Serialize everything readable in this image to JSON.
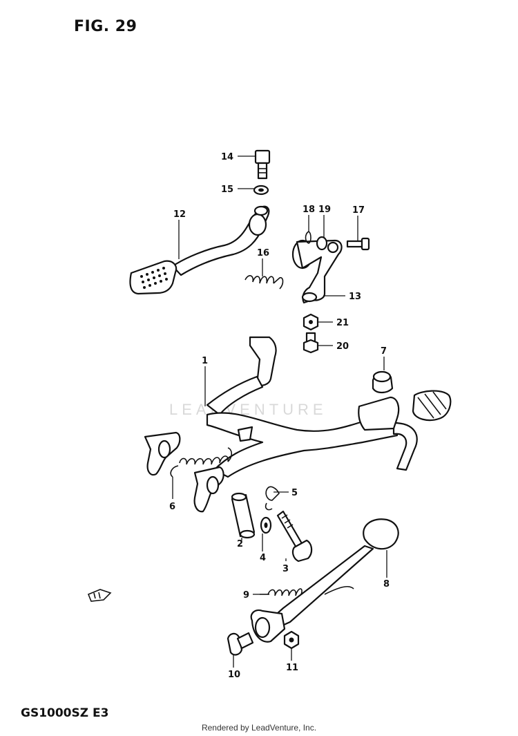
{
  "figure_title": "FIG. 29",
  "model_code": "GS1000SZ  E3",
  "rendered_by": "Rendered by LeadVenture, Inc.",
  "watermark": "LEADVENTURE",
  "callouts": {
    "n1": "1",
    "n2": "2",
    "n3": "3",
    "n4": "4",
    "n5": "5",
    "n6": "6",
    "n7": "7",
    "n8": "8",
    "n9": "9",
    "n10": "10",
    "n11": "11",
    "n12": "12",
    "n13": "13",
    "n14": "14",
    "n15": "15",
    "n16": "16",
    "n17": "17",
    "n18": "18",
    "n19": "19",
    "n20": "20",
    "n21": "21"
  }
}
